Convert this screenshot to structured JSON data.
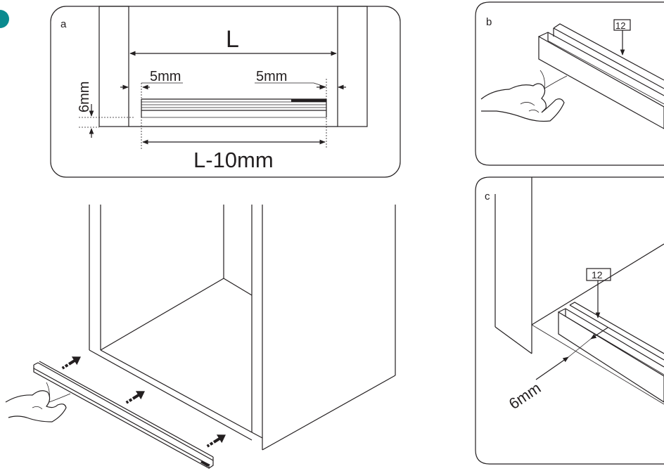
{
  "panel_a": {
    "letter": "a",
    "dim_L": "L",
    "dim_gap_left": "5mm",
    "dim_gap_right": "5mm",
    "dim_height": "6mm",
    "dim_length": "L-10mm"
  },
  "panel_b": {
    "letter": "b",
    "part_number": "12"
  },
  "panel_c": {
    "letter": "c",
    "part_number": "12",
    "dim_offset": "6mm"
  },
  "colors": {
    "line": "#231f20",
    "step_marker": "#0a8a8f"
  }
}
